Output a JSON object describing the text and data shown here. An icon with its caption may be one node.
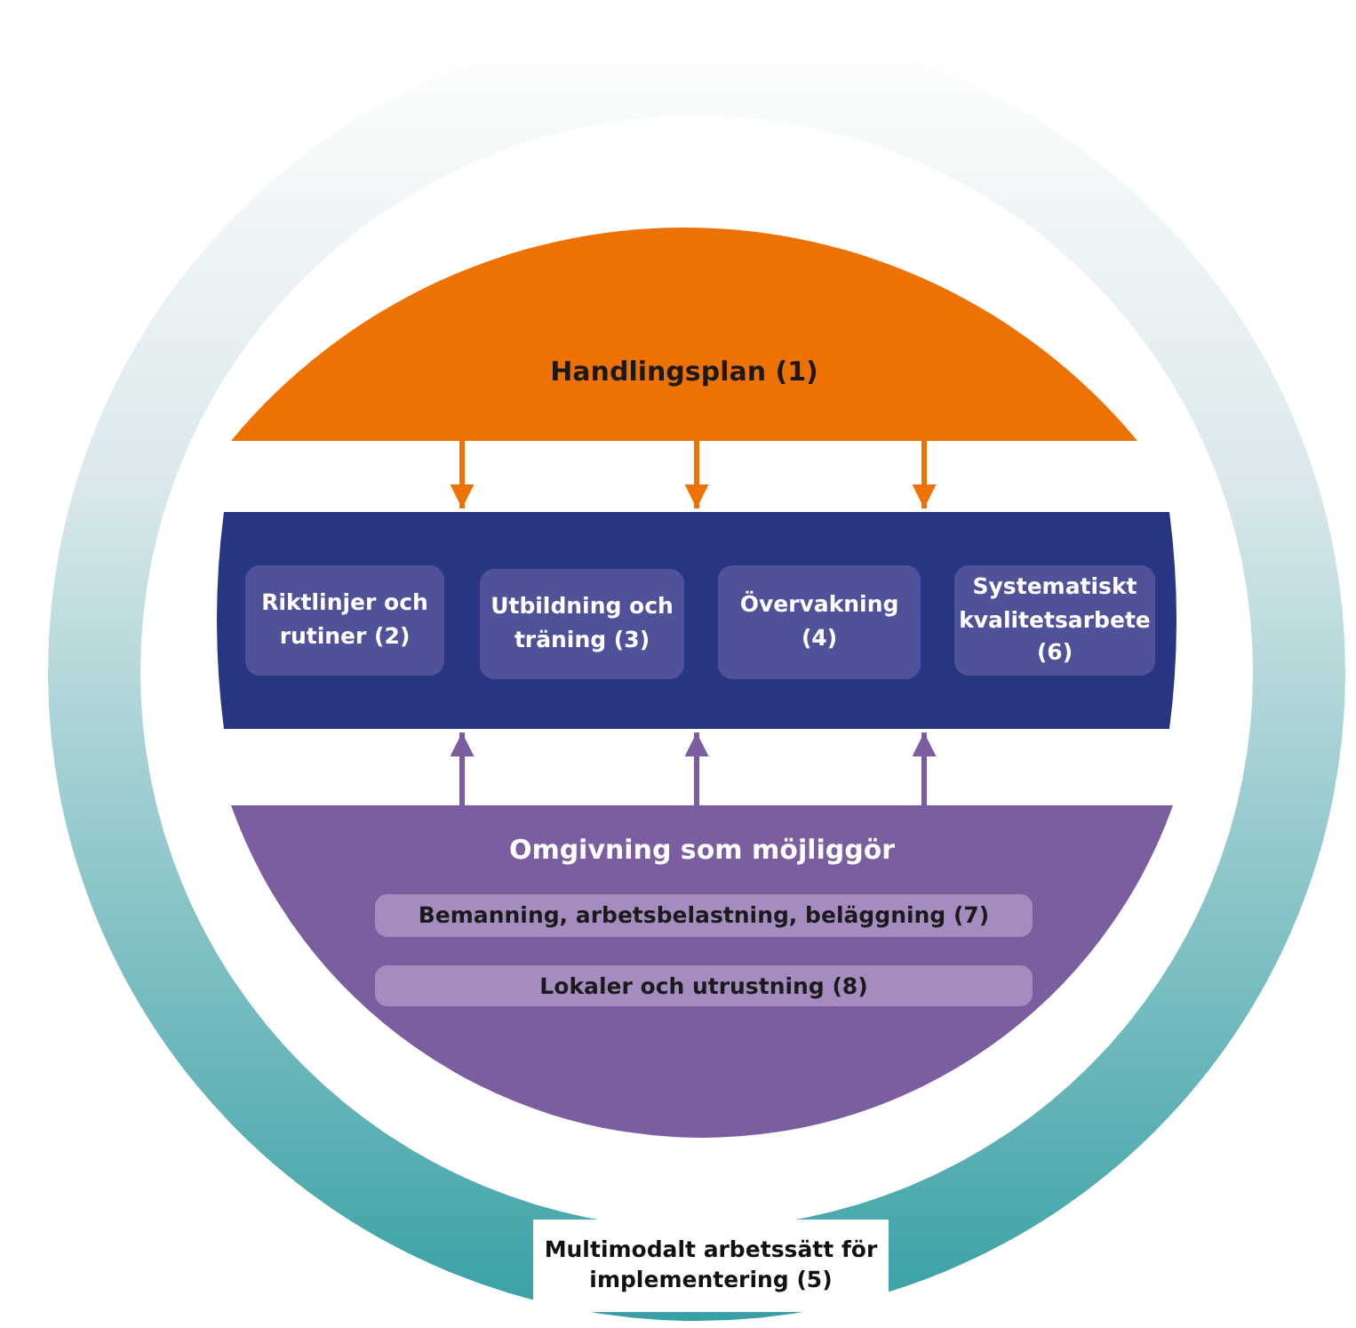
{
  "diagram": {
    "nodes": [
      {
        "text": [
          "Multimodalt arbetssätt för implementering (5)"
        ]
      },
      {
        "text": [
          "Handlingsplan (1)"
        ],
        "in": 0
      },
      {
        "text": [],
        "shape": "box",
        "in": 0
      },
      {
        "text": [
          "Riktlinjer och rutiner (2)"
        ],
        "in": 2
      },
      {
        "text": [
          "Utbildning och träning (3)"
        ],
        "in": 2
      },
      {
        "text": [
          "Övervakning (4)"
        ],
        "in": 2
      },
      {
        "text": [
          "Systematiskt kvalitetsarbete (6)"
        ],
        "in": 2
      },
      {
        "text": [
          "Omgivning som möjliggör"
        ],
        "in": 0
      },
      {
        "text": [
          "Bemanning, arbetsbelastning, beläggning (7)"
        ],
        "in": 7
      },
      {
        "text": [
          "Lokaler och utrustning (8)"
        ],
        "in": 7
      }
    ],
    "edges": [
      {
        "from": 1,
        "to": 2,
        "arrow": "to",
        "color": "#ee7203"
      },
      {
        "from": 1,
        "to": 2,
        "arrow": "to",
        "color": "#ee7203"
      },
      {
        "from": 1,
        "to": 2,
        "arrow": "to",
        "color": "#ee7203"
      },
      {
        "from": 7,
        "to": 2,
        "arrow": "to",
        "color": "#7b5ea0"
      },
      {
        "from": 7,
        "to": 2,
        "arrow": "to",
        "color": "#7b5ea0"
      },
      {
        "from": 7,
        "to": 2,
        "arrow": "to",
        "color": "#7b5ea0"
      }
    ]
  }
}
